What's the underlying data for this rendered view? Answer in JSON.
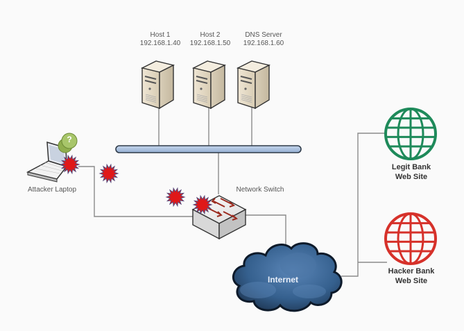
{
  "hosts": [
    {
      "name": "Host 1",
      "ip": "192.168.1.40"
    },
    {
      "name": "Host 2",
      "ip": "192.168.1.50"
    },
    {
      "name": "DNS Server",
      "ip": "192.168.1.60"
    }
  ],
  "attacker": {
    "label": "Attacker Laptop",
    "badge": "?"
  },
  "switch": {
    "label": "Network Switch"
  },
  "internet": {
    "label": "Internet"
  },
  "sites": {
    "legit": {
      "line1": "Legit Bank",
      "line2": "Web Site"
    },
    "hacker": {
      "line1": "Hacker Bank",
      "line2": "Web Site"
    }
  },
  "colors": {
    "legit_globe": "#1e8a5a",
    "hacker_globe": "#d6312a",
    "bus": "#a9bfdd",
    "cloud": "#2e5378",
    "attack_burst": "#e01818",
    "badge": "#9cbf5c"
  }
}
